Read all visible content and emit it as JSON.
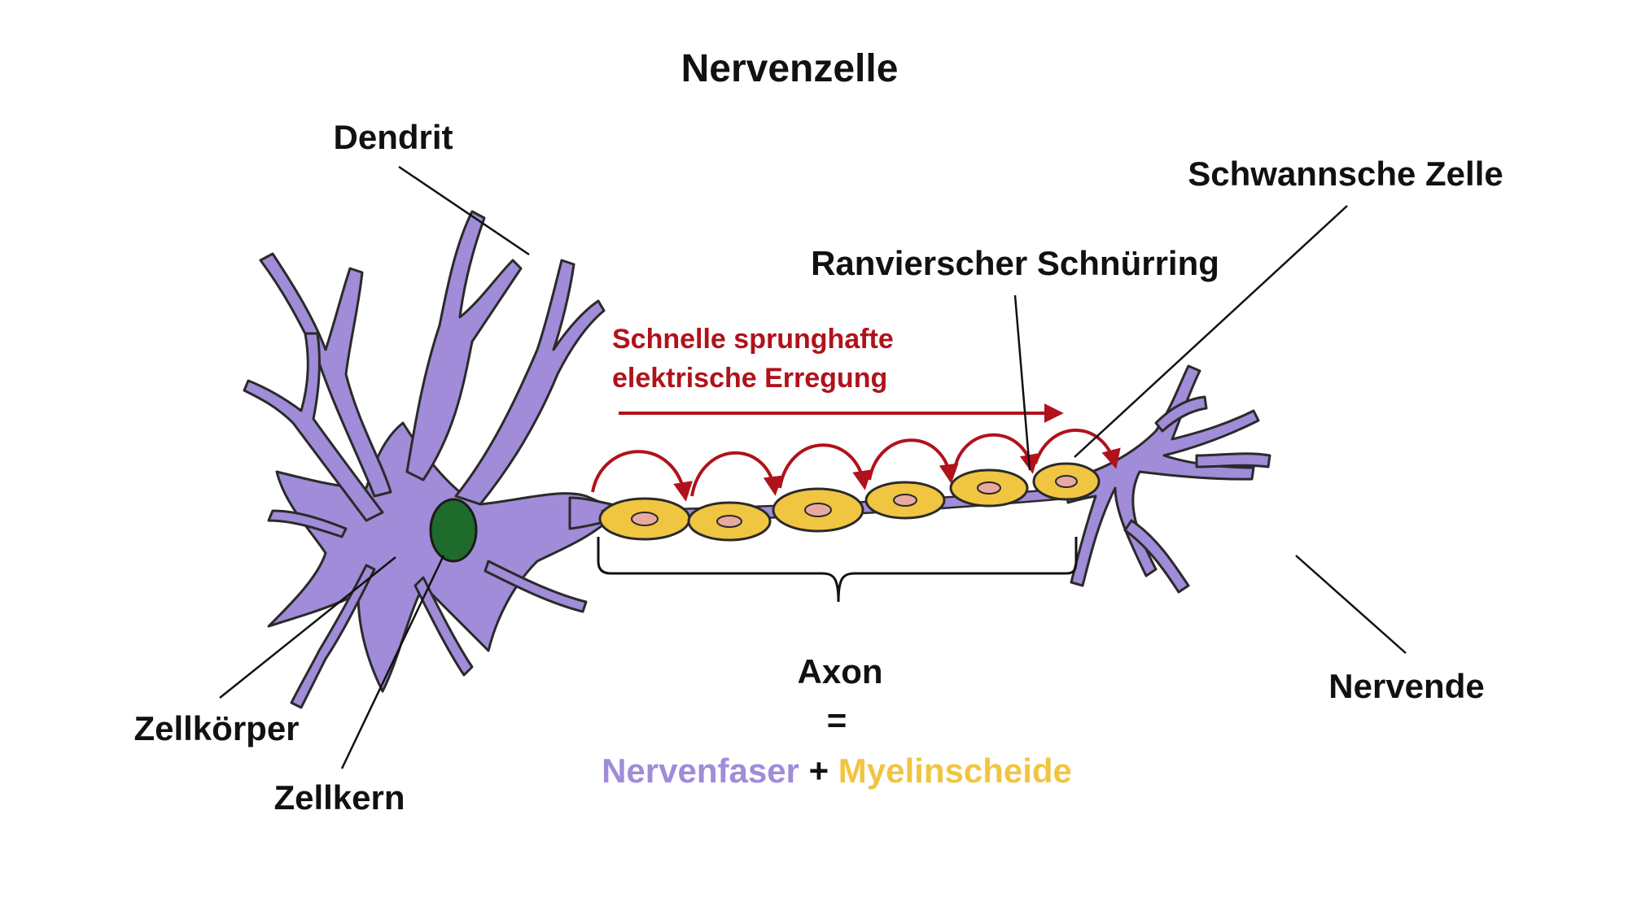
{
  "title": "Nervenzelle",
  "labels": {
    "dendrit": "Dendrit",
    "schwann": "Schwannsche Zelle",
    "ranvier": "Ranvierscher Schnürring",
    "zellkoerper": "Zellkörper",
    "zellkern": "Zellkern",
    "nervende": "Nervende"
  },
  "signal": {
    "line1": "Schnelle sprunghafte",
    "line2": "elektrische Erregung"
  },
  "axon": {
    "label": "Axon",
    "equals": "=",
    "part1": "Nervenfaser",
    "plus": "+",
    "part2": "Myelinscheide"
  },
  "colors": {
    "neuron_fill": "#a08cd8",
    "nucleus_fill": "#1f6b2c",
    "myelin_fill": "#f0c542",
    "myelin_inner": "#e8a9a0",
    "arrow_red": "#b0121b",
    "nervenfaser_text": "#a08cd8",
    "myelinscheide_text": "#f0c542"
  }
}
